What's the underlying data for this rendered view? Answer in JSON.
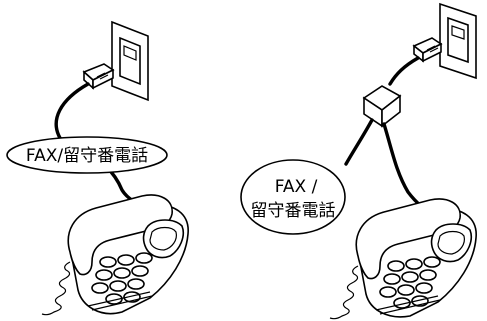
{
  "left_panel": {
    "label": "FAX/留守番電話"
  },
  "right_panel": {
    "label_line1": "FAX /",
    "label_line2": "留守番電話"
  },
  "icons": {
    "wall_jack": "wall-jack-icon",
    "modular_plug": "modular-plug-icon",
    "splitter": "splitter-icon",
    "telephone": "telephone-icon"
  },
  "colors": {
    "line": "#000000",
    "background": "#ffffff"
  }
}
